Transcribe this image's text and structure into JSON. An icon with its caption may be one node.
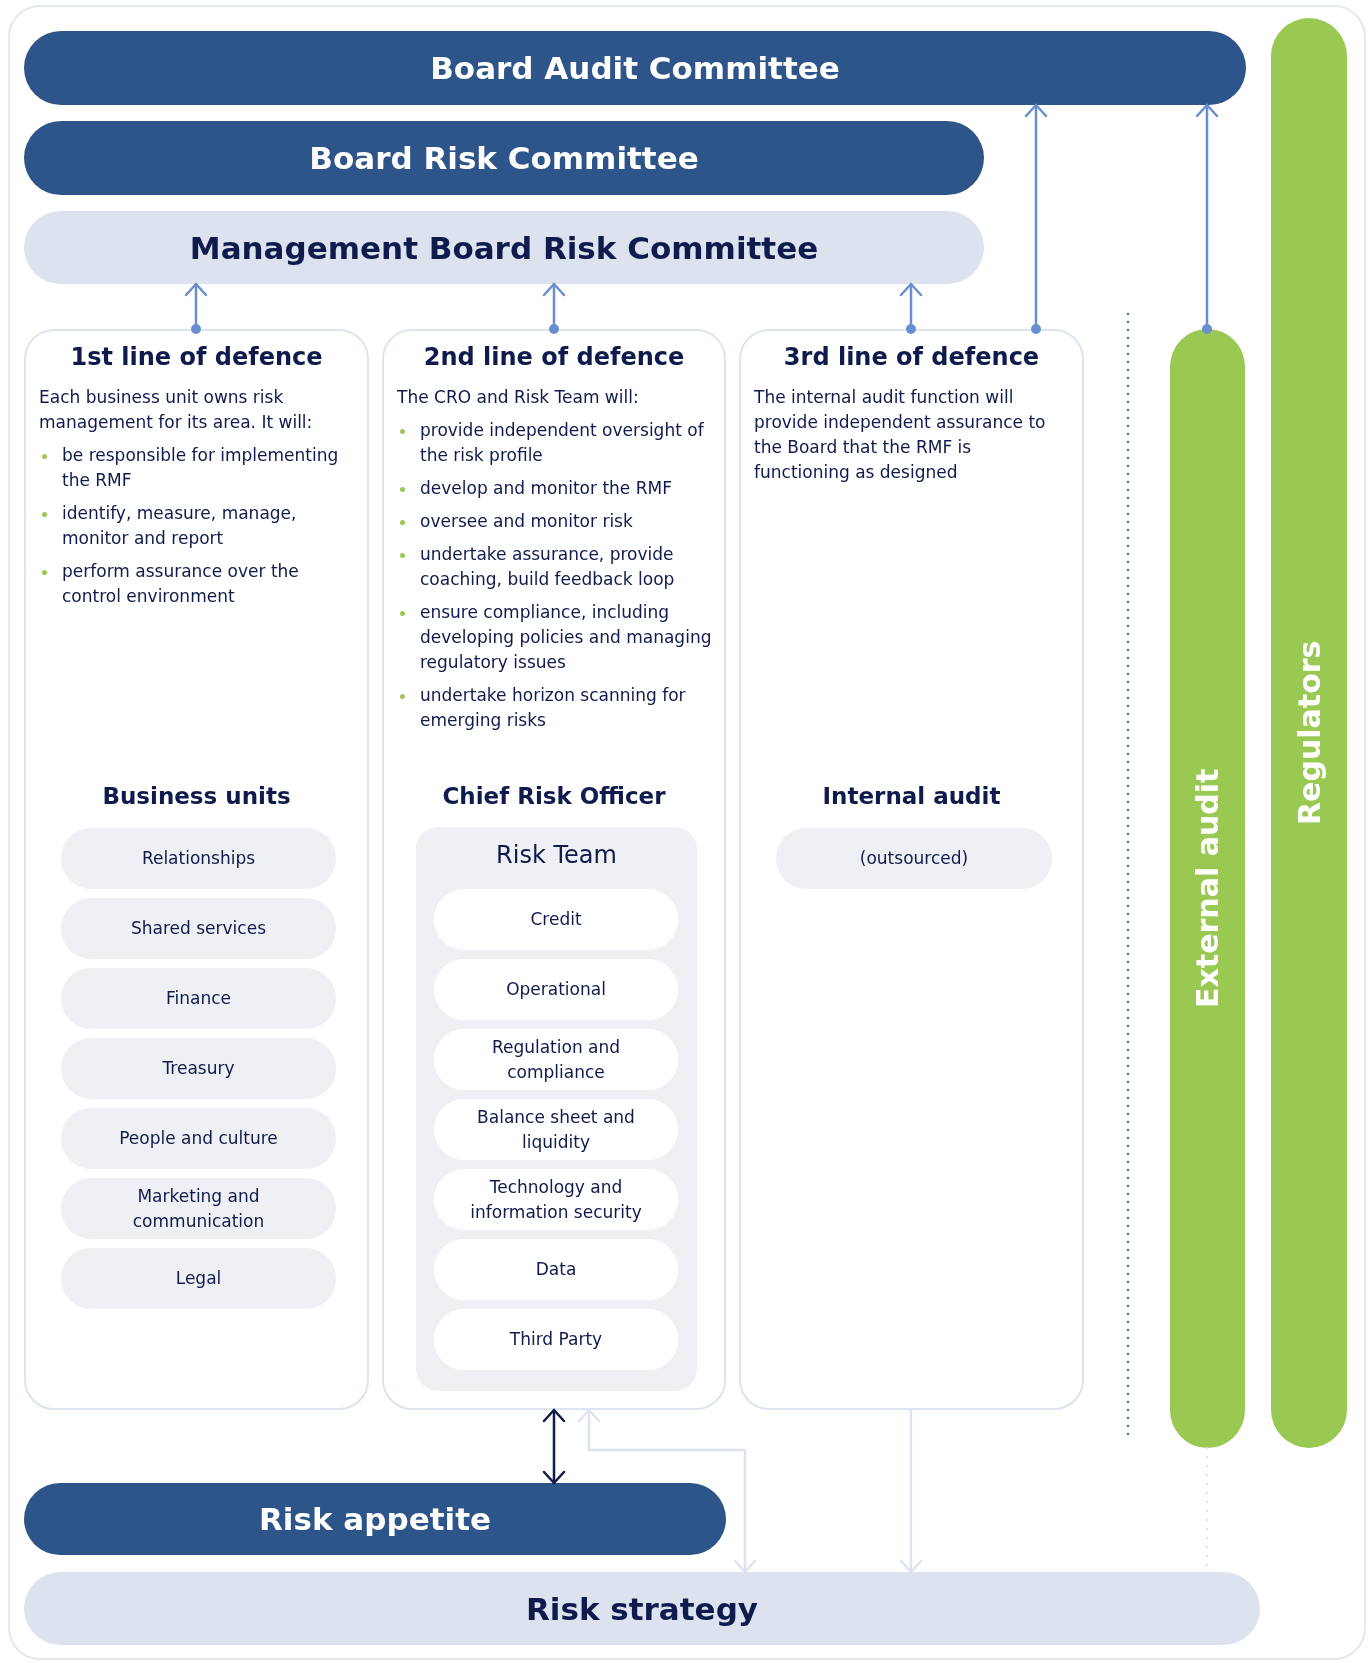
{
  "diagram": {
    "nodes": [
      {
        "text": [
          "Board Audit Committee"
        ]
      },
      {
        "text": [
          "Board Risk Committee"
        ]
      },
      {
        "text": [
          "Management Board Risk Committee"
        ]
      },
      {
        "text": [
          "Regulators"
        ]
      },
      {
        "text": [
          "1st line of defence",
          "Each business unit owns risk management for its area. It will:",
          "be responsible for implementing the RMF",
          "identify, measure, manage, monitor and report",
          "perform assurance over the control environment",
          "Business units"
        ]
      },
      {
        "text": [
          "Relationships"
        ],
        "in": 4
      },
      {
        "text": [
          "Shared services"
        ],
        "in": 4
      },
      {
        "text": [
          "Finance"
        ],
        "in": 4
      },
      {
        "text": [
          "Treasury"
        ],
        "in": 4
      },
      {
        "text": [
          "People and culture"
        ],
        "in": 4
      },
      {
        "text": [
          "Marketing and communication"
        ],
        "in": 4
      },
      {
        "text": [
          "Legal"
        ],
        "in": 4
      },
      {
        "text": [
          "2nd line of defence",
          "The CRO and Risk Team will:",
          "provide independent oversight of the risk profile",
          "develop and monitor the RMF",
          "oversee and monitor risk",
          "undertake assurance, provide coaching, build feedback loop",
          "ensure compliance, including developing policies and managing regulatory issues",
          "undertake horizon scanning for emerging risks",
          "Chief Risk Officer"
        ]
      },
      {
        "text": [
          "Risk Team"
        ],
        "in": 12
      },
      {
        "text": [
          "Credit"
        ],
        "in": 13
      },
      {
        "text": [
          "Operational"
        ],
        "in": 13
      },
      {
        "text": [
          "Regulation and compliance"
        ],
        "in": 13
      },
      {
        "text": [
          "Balance sheet and liquidity"
        ],
        "in": 13
      },
      {
        "text": [
          "Technology and information security"
        ],
        "in": 13
      },
      {
        "text": [
          "Data"
        ],
        "in": 13
      },
      {
        "text": [
          "Third Party"
        ],
        "in": 13
      },
      {
        "text": [
          "3rd line of defence",
          "The internal audit function will provide independent assurance to the Board that the RMF is functioning as designed",
          "Internal audit"
        ]
      },
      {
        "text": [
          "(outsourced)"
        ],
        "in": 21
      },
      {
        "text": [
          "External audit"
        ]
      },
      {
        "text": [
          "Risk appetite"
        ]
      },
      {
        "text": [
          "Risk strategy"
        ]
      }
    ],
    "edges": [
      {
        "from": 4,
        "to": 2,
        "arrow": "to"
      },
      {
        "from": 12,
        "to": 2,
        "arrow": "to"
      },
      {
        "from": 21,
        "to": 2,
        "arrow": "to"
      },
      {
        "from": 21,
        "to": 0,
        "arrow": "to"
      },
      {
        "from": 23,
        "to": 0,
        "arrow": "to"
      },
      {
        "from": 24,
        "to": 12,
        "arrow": "both",
        "color": "#0f1b4c"
      },
      {
        "from": 12,
        "to": 25,
        "arrow": "both",
        "color": "#dde4ef"
      },
      {
        "from": 21,
        "to": 25,
        "arrow": "to",
        "color": "#dde4ef"
      },
      {
        "from": 23,
        "to": 25,
        "arrow": "none",
        "style": "dashed",
        "color": "#dde4ef"
      }
    ]
  }
}
